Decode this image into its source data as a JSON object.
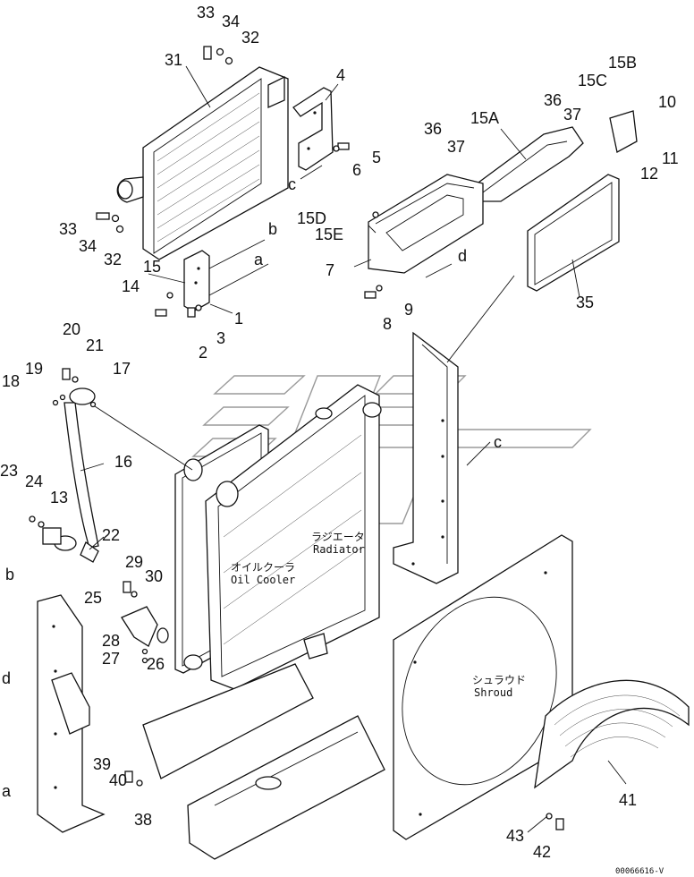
{
  "diagram": {
    "drawing_code": "00066616-V",
    "captions": {
      "radiator_jp": "ラジエータ",
      "radiator_en": "Radiator",
      "oil_cooler_jp": "オイルクーラ",
      "oil_cooler_en": "Oil Cooler",
      "shroud_jp": "シュラウド",
      "shroud_en": "Shroud"
    },
    "callouts": {
      "p33a": "33",
      "p34a": "34",
      "p32a": "32",
      "p31": "31",
      "p4": "4",
      "p5": "5",
      "p6": "6",
      "c_top": "c",
      "p33b": "33",
      "p34b": "34",
      "p32b": "32",
      "b_top": "b",
      "a_top": "a",
      "p15": "15",
      "p14": "14",
      "p1": "1",
      "p2": "2",
      "p3": "3",
      "p36a": "36",
      "p37a": "37",
      "p15A": "15A",
      "p15B": "15B",
      "p15C": "15C",
      "p36b": "36",
      "p37b": "37",
      "p10": "10",
      "p11": "11",
      "p12": "12",
      "p15D": "15D",
      "p15E": "15E",
      "p7": "7",
      "d_top": "d",
      "p8": "8",
      "p9": "9",
      "p35": "35",
      "p20": "20",
      "p21": "21",
      "p18": "18",
      "p19": "19",
      "p17": "17",
      "p16": "16",
      "p23": "23",
      "p24": "24",
      "p13": "13",
      "p22": "22",
      "b_left": "b",
      "p29": "29",
      "p30": "30",
      "p25": "25",
      "p28": "28",
      "p27": "27",
      "p26": "26",
      "c_mid": "c",
      "d_left": "d",
      "a_left": "a",
      "p39": "39",
      "p40": "40",
      "p38": "38",
      "p41": "41",
      "p43": "43",
      "p42": "42"
    }
  }
}
